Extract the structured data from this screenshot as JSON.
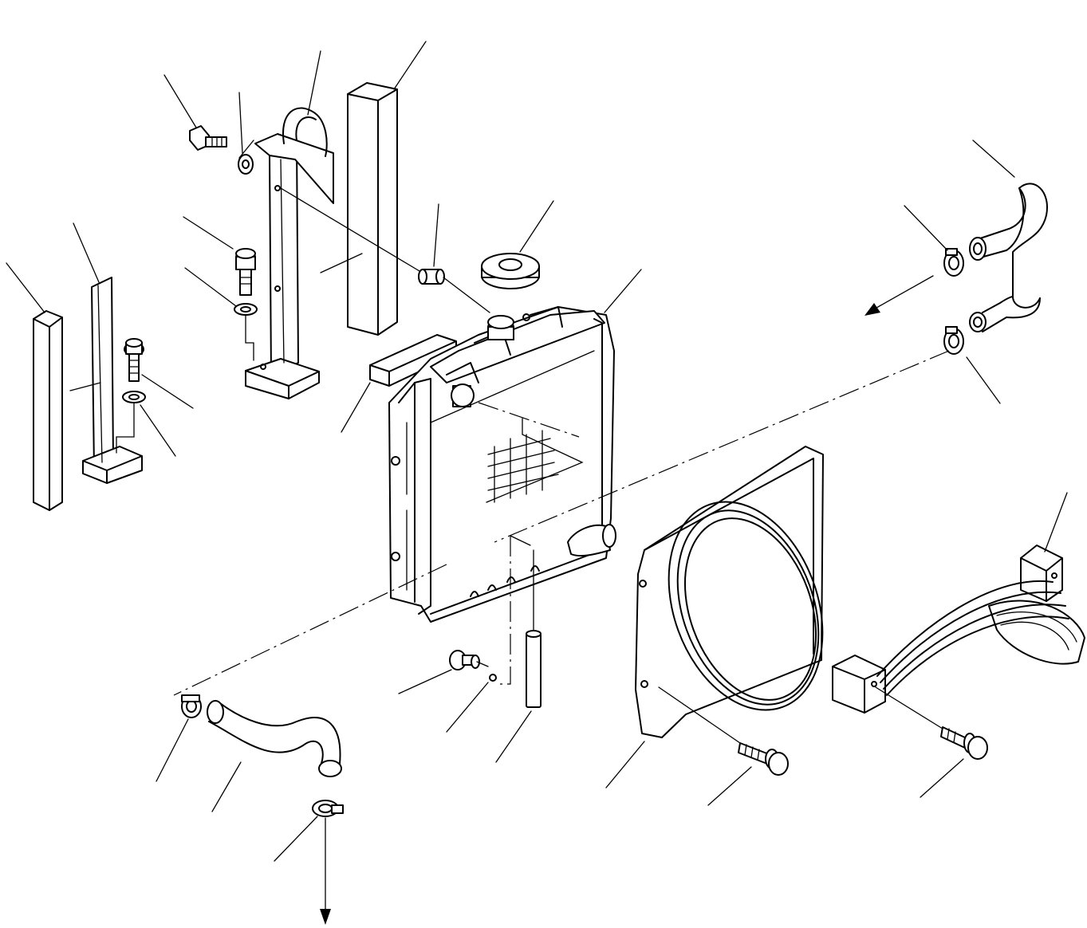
{
  "diagram": {
    "type": "exploded parts drawing",
    "components": [
      "side-cover-panel-left",
      "stay-bracket-left",
      "stay-bracket-center",
      "side-panel-upper",
      "seal-block",
      "bushing",
      "radiator-cap",
      "radiator-core",
      "upper-hose",
      "lower-hose",
      "hose-clamp",
      "drain-cock",
      "overflow-tube",
      "fan-shroud",
      "fan-guard",
      "bolt",
      "washer"
    ],
    "line_color": "#000000",
    "background_color": "#ffffff"
  }
}
